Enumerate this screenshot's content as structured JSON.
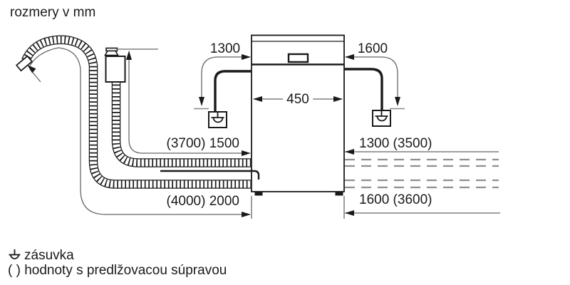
{
  "title": "rozmery v mm",
  "dimensions": {
    "cable_left": "1300",
    "cable_right": "1600",
    "appliance_width": "450",
    "supply_hose_left": "(3700) 1500",
    "supply_hose_right": "1300 (3500)",
    "drain_hose_left": "(4000) 2000",
    "drain_hose_right": "1600 (3600)"
  },
  "legend": {
    "socket_icon": "power-socket-icon",
    "socket_label": "zásuvka",
    "brackets_note": "( ) hodnoty s predlžovacou súpravou"
  },
  "colors": {
    "line": "#1a1a1a",
    "dim_line": "#666666",
    "dashed_extension": "#8f8f8f",
    "background": "#ffffff"
  }
}
